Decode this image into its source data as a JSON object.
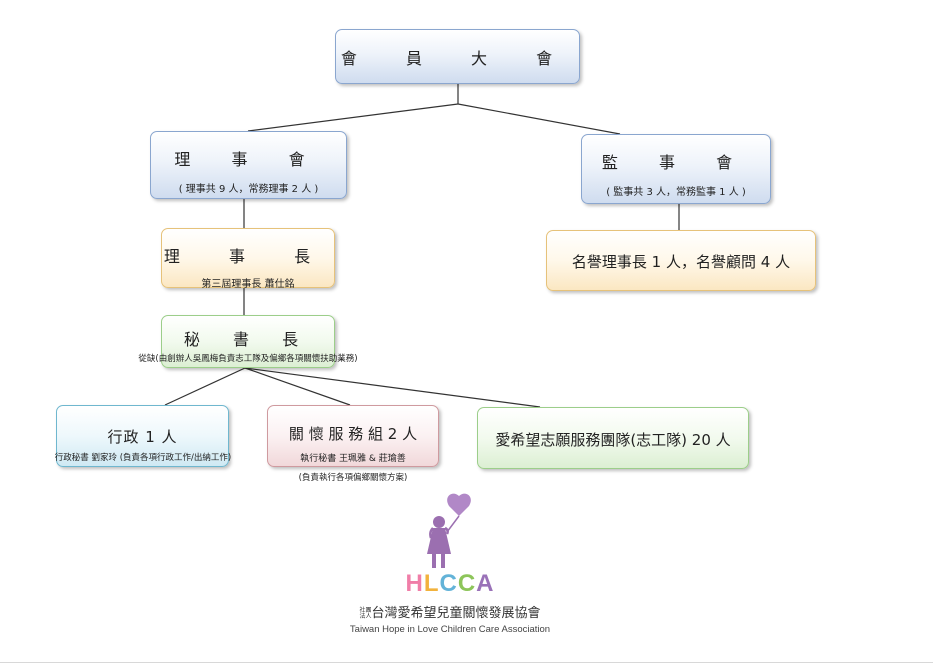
{
  "general_assembly": "會 員 大 會",
  "board": {
    "title": "理 事 會",
    "sub": "( 理事共 9 人，常務理事 2 人 )"
  },
  "supervisors": {
    "title": "監 事 會",
    "sub": "( 監事共 3 人，常務監事 1 人 )"
  },
  "honorary": "名譽理事長 1 人，名譽顧問 4 人",
  "chairman": {
    "title": "理 事 長",
    "sub": "第三屆理事長 蕭仕銘"
  },
  "secretary_general": {
    "title": "秘 書 長",
    "note": "從缺(由創辦人吳鳳梅負責志工隊及偏鄉各項關懷扶助業務)"
  },
  "admin": {
    "title": "行政 1 人",
    "note": "行政秘書 劉家玲 (負責各項行政工作/出納工作)"
  },
  "care_group": {
    "title": "關 懷 服 務 組 2 人",
    "sub": "執行秘書 王珮雅 & 莊瑜善",
    "note": "(負責執行各項偏鄉關懷方案)"
  },
  "volunteers": "愛希望志願服務團隊(志工隊) 20 人",
  "logo": {
    "hlcca": [
      "H",
      "L",
      "C",
      "C",
      "A"
    ],
    "letter_colors": [
      "#f07ea8",
      "#f2b23c",
      "#63b3d8",
      "#8dc55a",
      "#9a72b8"
    ],
    "prefix": "社團法人",
    "name_zh": "台灣愛希望兒童關懷發展協會",
    "name_en": "Taiwan Hope in Love Children Care Association"
  },
  "colors": {
    "silhouette": "#9b6fb0",
    "heart": "#b188c7"
  }
}
